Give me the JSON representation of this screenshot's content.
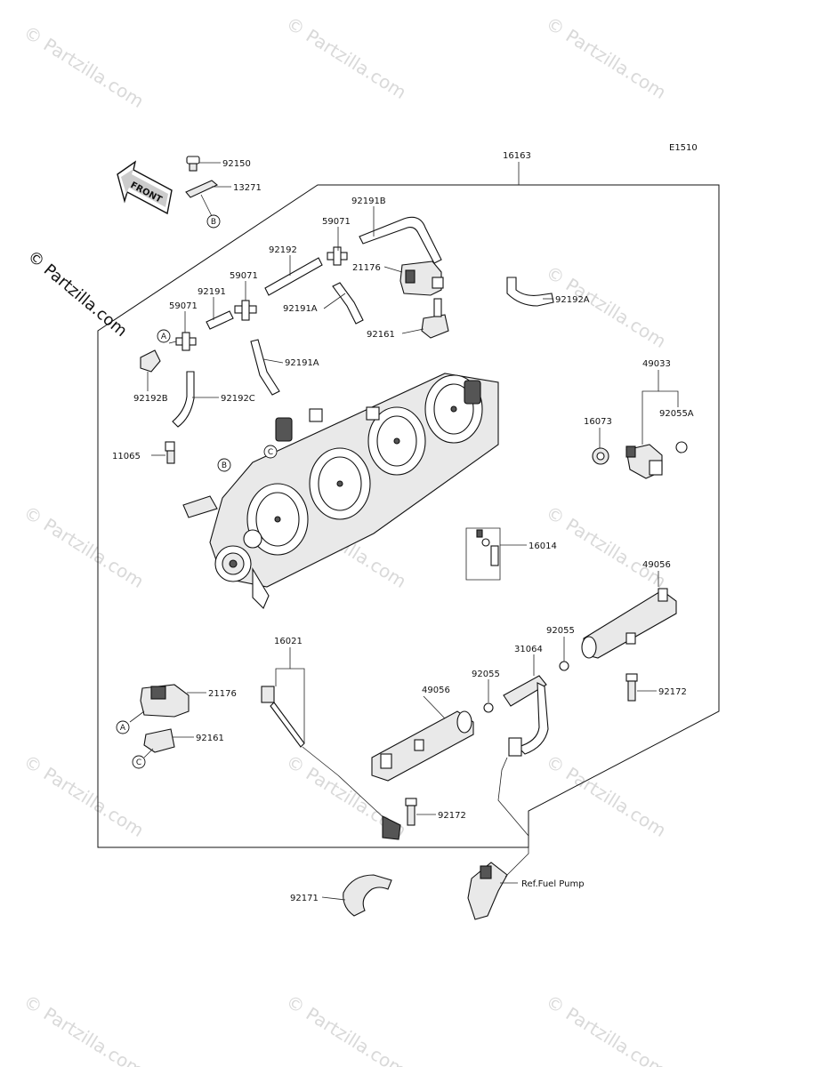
{
  "diagram_code": "E1510",
  "watermark": "© Partzilla.com",
  "front_label": "FRONT",
  "ref_label": "Ref.Fuel Pump",
  "circle_refs": {
    "a": "A",
    "b": "B",
    "c": "C"
  },
  "parts": {
    "p16163": "16163",
    "p92150": "92150",
    "p13271": "13271",
    "p92191B": "92191B",
    "p59071_top": "59071",
    "p21176_top": "21176",
    "p92192": "92192",
    "p59071_mid": "59071",
    "p92192A": "92192A",
    "p92191": "92191",
    "p92191A_top": "92191A",
    "p59071_left": "59071",
    "p92161_top": "92161",
    "p92191A_bot": "92191A",
    "p49033": "49033",
    "p92192B": "92192B",
    "p92192C": "92192C",
    "p16073": "16073",
    "p92055A": "92055A",
    "p11065": "11065",
    "p16014": "16014",
    "p49056_right": "49056",
    "p16021": "16021",
    "p92055_right": "92055",
    "p31064": "31064",
    "p92055_left": "92055",
    "p49056_left": "49056",
    "p92172_right": "92172",
    "p21176_bot": "21176",
    "p92161_bot": "92161",
    "p92172_left": "92172",
    "p92171": "92171"
  }
}
